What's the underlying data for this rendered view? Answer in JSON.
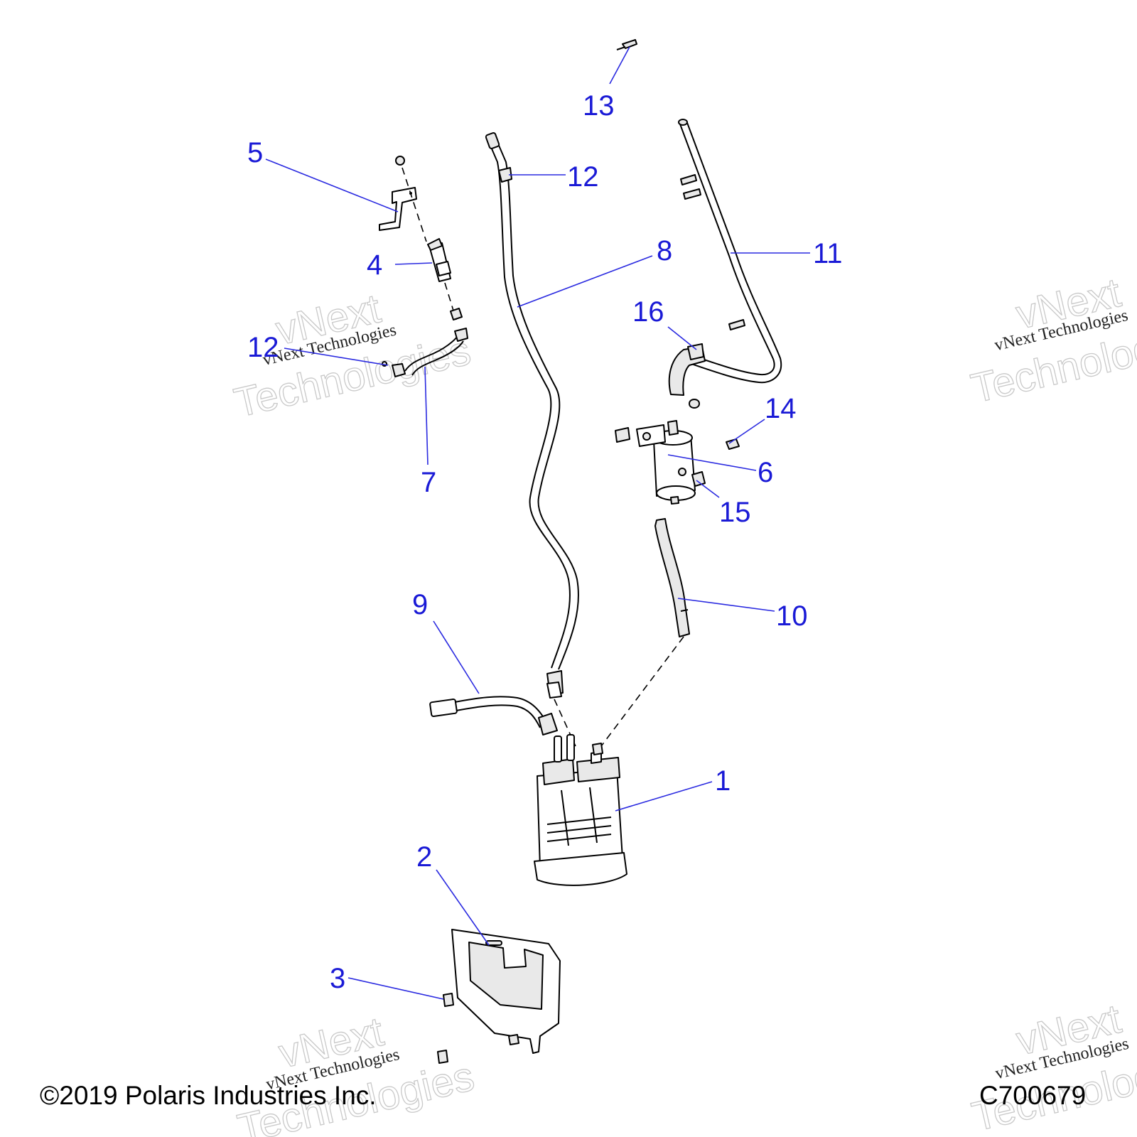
{
  "callouts": {
    "c1": "1",
    "c2": "2",
    "c3": "3",
    "c4": "4",
    "c5": "5",
    "c6": "6",
    "c7": "7",
    "c8": "8",
    "c9": "9",
    "c10": "10",
    "c11": "11",
    "c12a": "12",
    "c12b": "12",
    "c13": "13",
    "c14": "14",
    "c15": "15",
    "c16": "16"
  },
  "watermark": {
    "outline_line1": "vNext",
    "outline_line2": "Technologies",
    "caption": "vNext Technologies"
  },
  "footer": {
    "copyright": "©2019 Polaris Industries Inc.",
    "figure_id": "C700679"
  },
  "colors": {
    "callout": "#1a1ad6",
    "line_art": "#000000",
    "watermark": "#c9c9c9"
  }
}
